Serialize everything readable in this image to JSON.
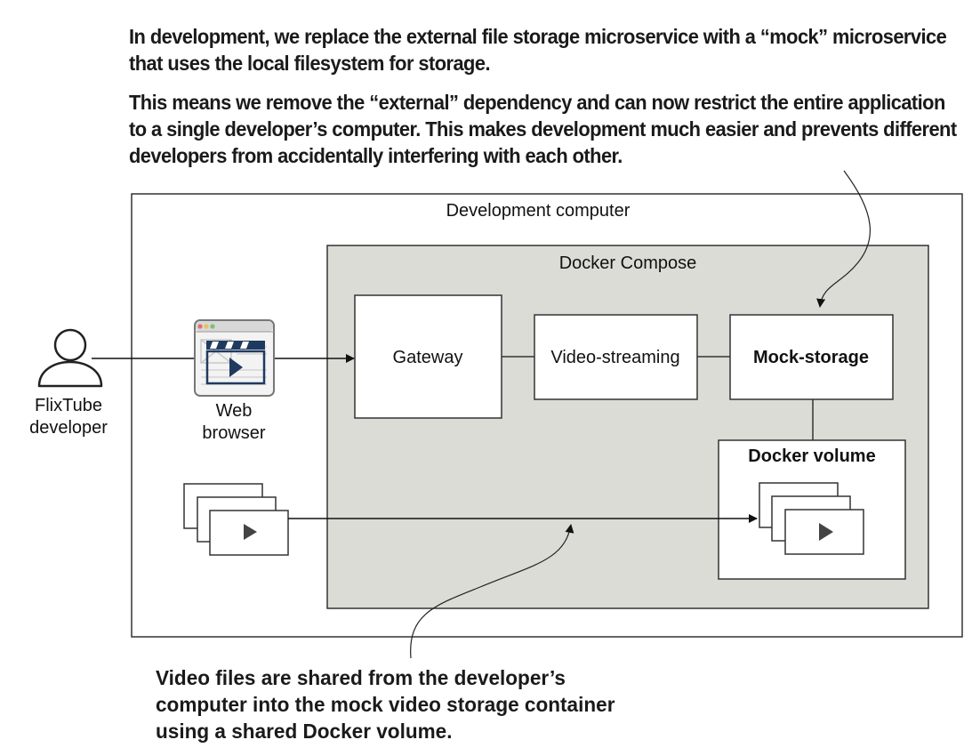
{
  "annotations": {
    "top": [
      "In development, we replace the external file storage microservice with a “mock” microservice that uses the local filesystem for storage.",
      "This means we remove the “external” dependency and can now restrict the entire application to a single developer’s computer. This makes development much easier and prevents different developers from accidentally interfering with each other."
    ],
    "bottom": "Video files are shared from the developer’s computer into the mock video storage container using a shared Docker volume."
  },
  "diagram": {
    "outer_box_label": "Development computer",
    "compose_box_label": "Docker Compose",
    "actor": {
      "line1": "FlixTube",
      "line2": "developer",
      "icon": "user-icon"
    },
    "browser": {
      "line1": "Web",
      "line2": "browser",
      "icon": "browser-video-icon"
    },
    "services": {
      "gateway": "Gateway",
      "video_streaming": "Video-streaming",
      "mock_storage": "Mock-storage"
    },
    "volume_label": "Docker volume",
    "colors": {
      "compose_fill": "#dcdcd6",
      "stroke": "#333333",
      "browser_navy": "#1f3a5f"
    }
  }
}
